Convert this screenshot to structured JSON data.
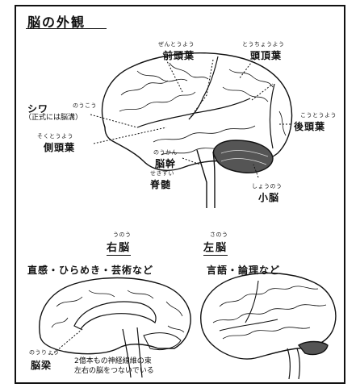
{
  "title": "脳の外観",
  "labels": {
    "frontal": {
      "ruby": "ぜんとうよう",
      "text": "前頭葉"
    },
    "parietal": {
      "ruby": "とうちょうよう",
      "text": "頭頂葉"
    },
    "wrinkle": {
      "text": "シワ",
      "ruby": "のうこう",
      "note": "（正式には脳溝）"
    },
    "occipital": {
      "ruby": "こうとうよう",
      "text": "後頭葉"
    },
    "temporal": {
      "ruby": "そくとうよう",
      "text": "側頭葉"
    },
    "brainstem": {
      "ruby": "のうかん",
      "text": "脳幹"
    },
    "spinal": {
      "ruby": "せきずい",
      "text": "脊髄"
    },
    "cerebellum": {
      "ruby": "しょうのう",
      "text": "小脳"
    }
  },
  "right_brain": {
    "ruby": "うのう",
    "text": "右脳",
    "desc": "直感・ひらめき・芸術など"
  },
  "left_brain": {
    "ruby": "さのう",
    "text": "左脳",
    "desc": "言語・論理など"
  },
  "corpus": {
    "ruby": "のうりょう",
    "text": "脳梁",
    "desc_line1": "2億本もの神経線維の束",
    "desc_line2": "左右の脳をつないでいる"
  }
}
